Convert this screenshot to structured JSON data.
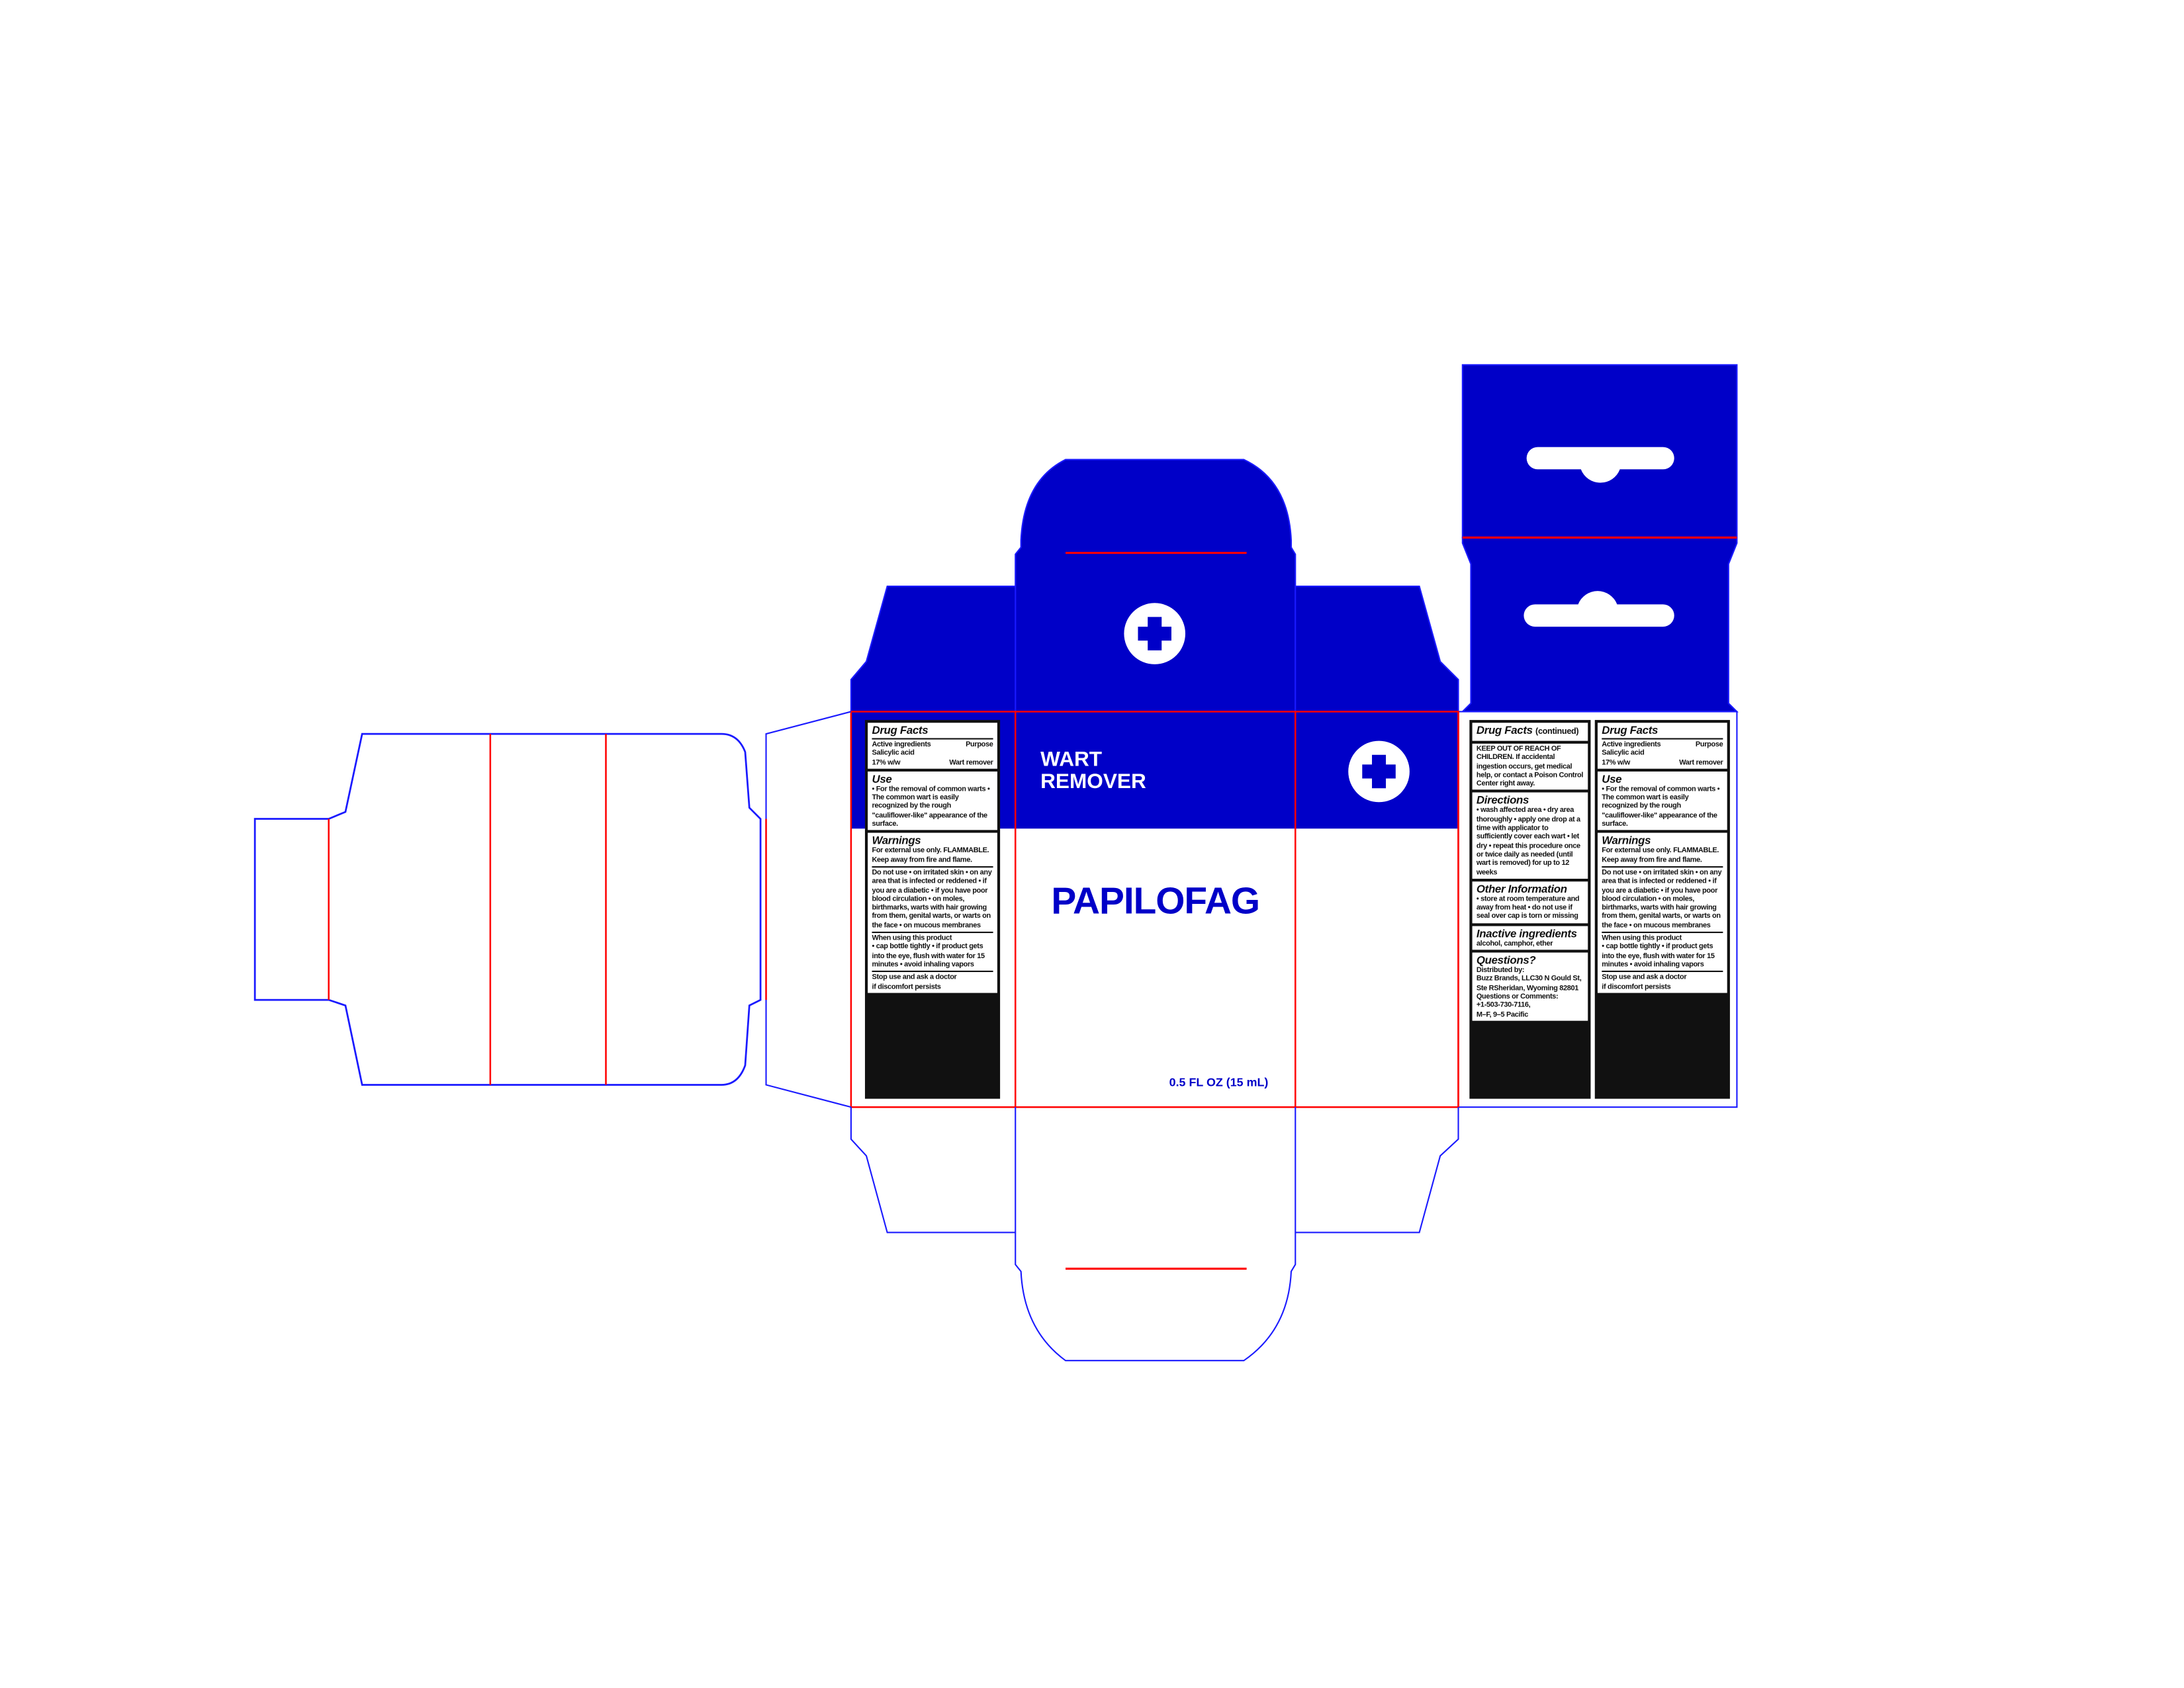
{
  "colors": {
    "brand_blue": "#0000c8",
    "cut_line": "#1a1aff",
    "fold_line": "#ff0000"
  },
  "icons": [
    "medical-cross-icon"
  ],
  "front": {
    "title_line1": "WART",
    "title_line2": "REMOVER",
    "brand": "PAPILOFAG",
    "net_contents": "0.5 FL OZ (15 mL)"
  },
  "drug_facts": {
    "title": "Drug Facts",
    "active_heading": "Active ingredients",
    "purpose_heading": "Purpose",
    "active_name": "Salicylic acid",
    "active_amount": "17% w/w",
    "purpose": "Wart remover",
    "use_heading": "Use",
    "use_text": "• For the removal of common warts • The common wart is easily recognized by the rough \"cauliflower-like\" appearance of the surface.",
    "warnings_heading": "Warnings",
    "warnings_text": "For external use only. FLAMMABLE. Keep away from fire and flame.",
    "do_not_use_label": "Do not use",
    "do_not_use_text": "• on irritated skin • on any area that is infected or reddened • if you are a diabetic • if you have poor blood circulation • on moles, birthmarks, warts with hair growing from them, genital warts, or warts on the face • on mucous membranes",
    "when_using_label": "When using this product",
    "when_using_text": "• cap bottle tightly • if product gets into the eye, flush with water for 15 minutes • avoid inhaling vapors",
    "stop_use_label": "Stop use and ask a doctor",
    "stop_use_text": "if discomfort persists"
  },
  "drug_facts_continued": {
    "title": "Drug Facts",
    "continued": "(continued)",
    "keep_out_label": "KEEP OUT OF REACH OF CHILDREN.",
    "keep_out_text": "If accidental ingestion occurs, get medical help, or contact a Poison Control Center right away.",
    "directions_heading": "Directions",
    "directions_text": "• wash affected area • dry area thoroughly • apply one drop at a time with applicator to sufficiently cover each wart • let dry • repeat this procedure once or twice daily as needed (until wart is removed) for up to 12 weeks",
    "other_heading": "Other Information",
    "other_text": "• store at room temperature and away from heat • do not use if seal over cap is torn or missing",
    "inactive_heading": "Inactive ingredients",
    "inactive_text": "alcohol, camphor, ether",
    "questions_heading": "Questions?",
    "distributed_label": "Distributed by:",
    "distributor": "Buzz Brands, LLC30 N Gould St, Ste RSheridan, Wyoming 82801",
    "comments_label": "Questions or Comments:",
    "phone": "+1-503-730-7116,",
    "hours": "M–F, 9–5 Pacific"
  }
}
